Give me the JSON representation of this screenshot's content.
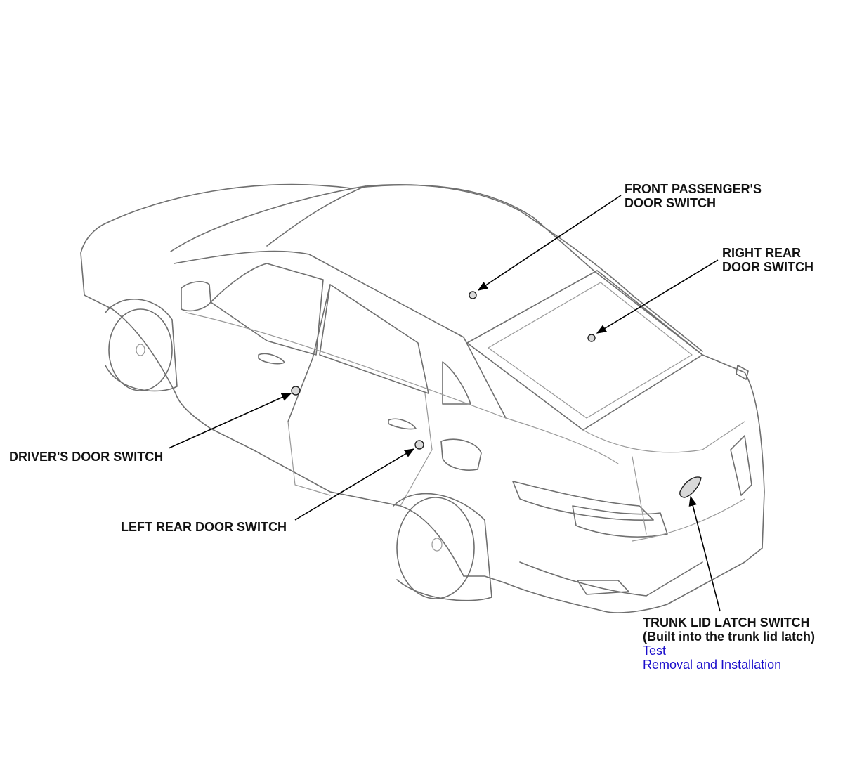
{
  "labels": {
    "front_passenger": [
      "FRONT PASSENGER'S",
      "DOOR SWITCH"
    ],
    "right_rear": [
      "RIGHT REAR",
      "DOOR SWITCH"
    ],
    "drivers": "DRIVER'S DOOR SWITCH",
    "left_rear": "LEFT REAR DOOR SWITCH",
    "trunk": [
      "TRUNK LID LATCH SWITCH",
      "(Built into the trunk lid latch)"
    ]
  },
  "links": {
    "test": "Test",
    "removal": "Removal and Installation"
  },
  "colors": {
    "link": "#1a0dcc",
    "outline": "#6f6f6f",
    "leader": "#000000"
  }
}
